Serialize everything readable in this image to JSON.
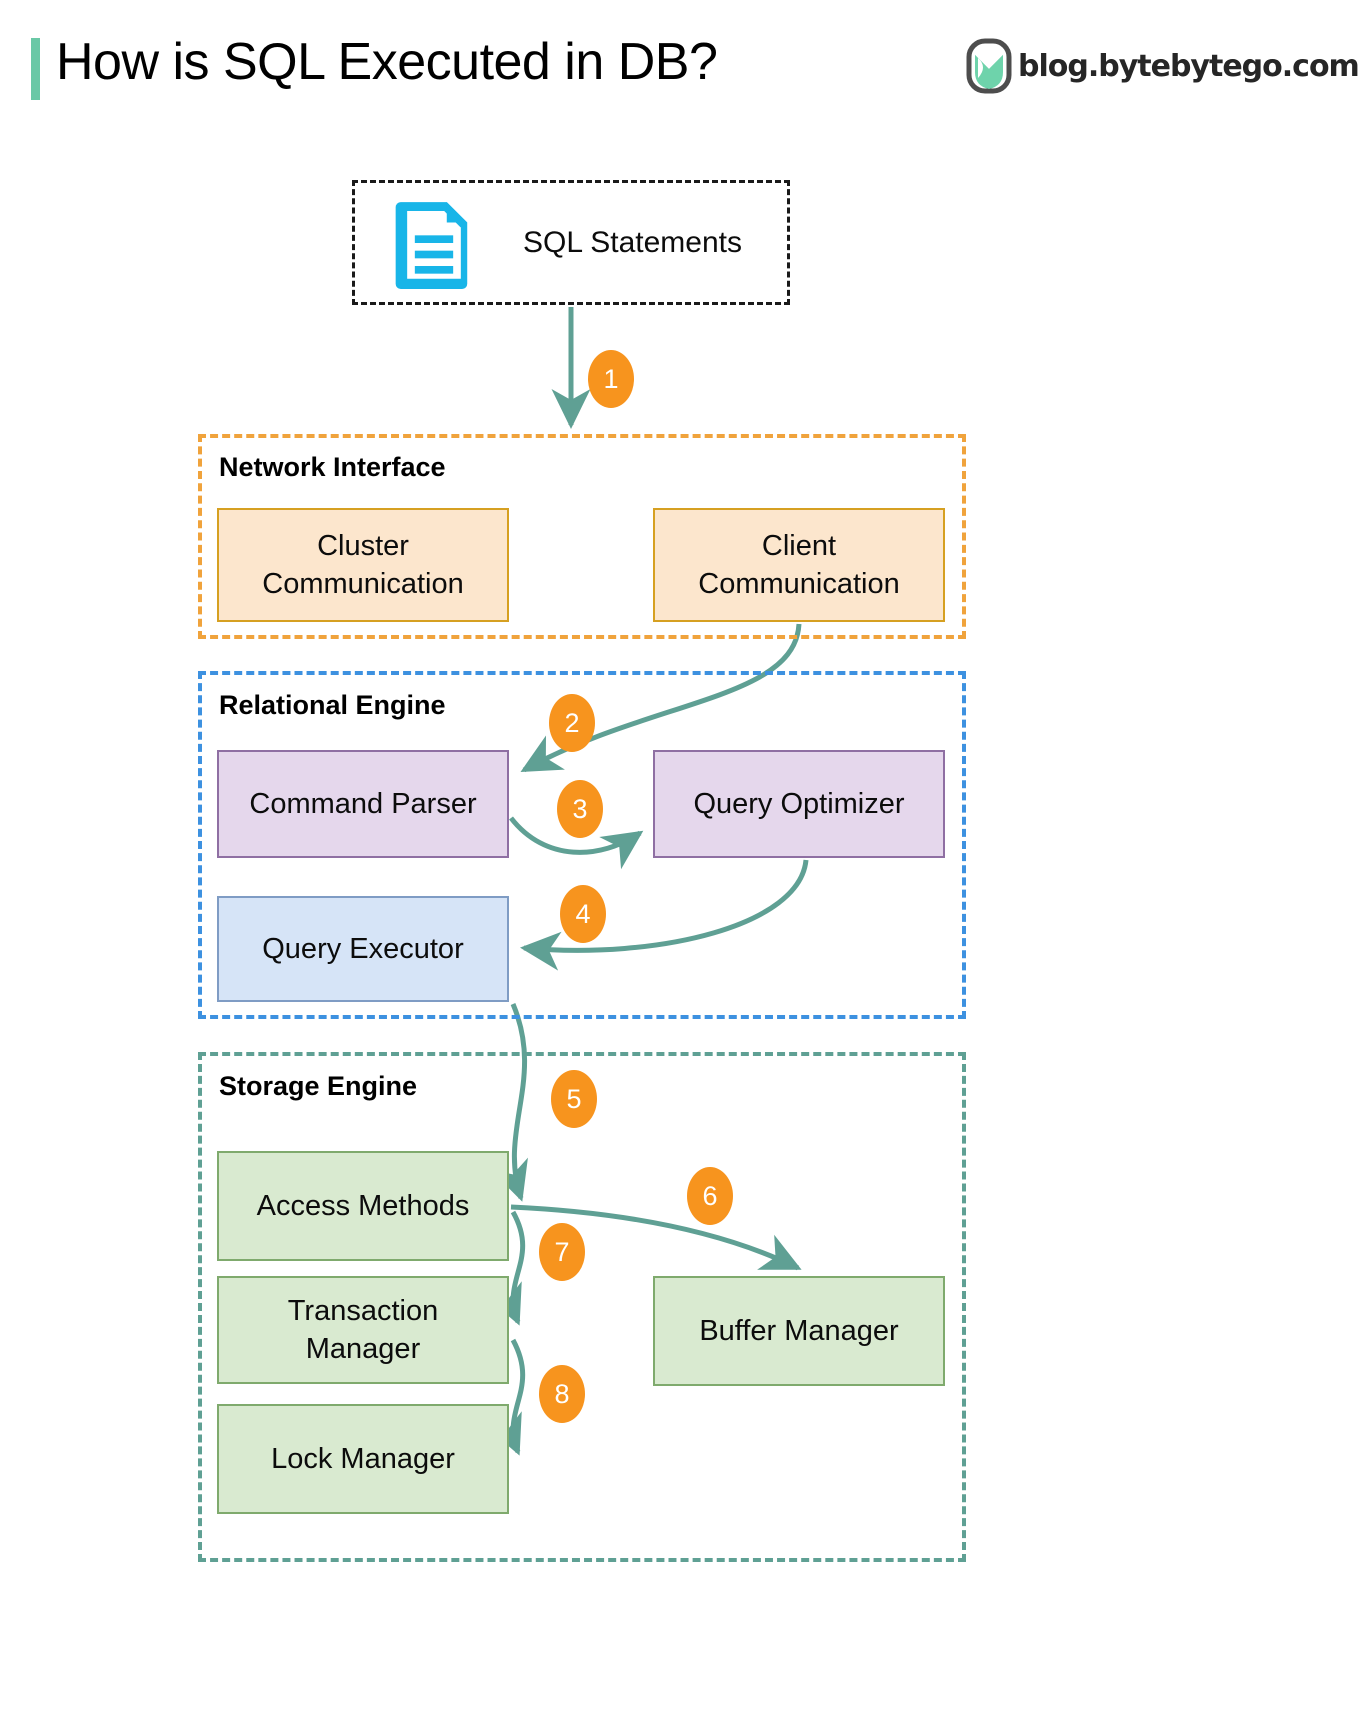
{
  "header": {
    "title": "How is SQL Executed in DB?",
    "brand_text": "blog.bytebytego.com",
    "brand_logo_icon": "bytebytego-logo-icon",
    "accent_color": "#6ac8a6"
  },
  "source": {
    "label": "SQL Statements",
    "icon": "document-icon",
    "icon_color": "#18b5e8",
    "border_style": "dashed-black"
  },
  "groups": [
    {
      "id": "network-interface",
      "title": "Network Interface",
      "border_color": "#f0a33c",
      "nodes": [
        {
          "id": "cluster-communication",
          "label": "Cluster\nCommunication",
          "line1": "Cluster",
          "line2": "Communication",
          "fill": "#fce6cd",
          "stroke": "#d6a021"
        },
        {
          "id": "client-communication",
          "label": "Client\nCommunication",
          "line1": "Client",
          "line2": "Communication",
          "fill": "#fce6cd",
          "stroke": "#d6a021"
        }
      ]
    },
    {
      "id": "relational-engine",
      "title": "Relational Engine",
      "border_color": "#3d91e0",
      "nodes": [
        {
          "id": "command-parser",
          "label": "Command Parser",
          "fill": "#e5d7ec",
          "stroke": "#8f6fa3"
        },
        {
          "id": "query-optimizer",
          "label": "Query Optimizer",
          "fill": "#e5d7ec",
          "stroke": "#8f6fa3"
        },
        {
          "id": "query-executor",
          "label": "Query Executor",
          "fill": "#d6e4f7",
          "stroke": "#7f9cc4"
        }
      ]
    },
    {
      "id": "storage-engine",
      "title": "Storage Engine",
      "border_color": "#5fa094",
      "nodes": [
        {
          "id": "access-methods",
          "label": "Access Methods",
          "fill": "#d9ead0",
          "stroke": "#7faa6d"
        },
        {
          "id": "transaction-manager",
          "label": "Transaction\nManager",
          "line1": "Transaction",
          "line2": "Manager",
          "fill": "#d9ead0",
          "stroke": "#7faa6d"
        },
        {
          "id": "buffer-manager",
          "label": "Buffer Manager",
          "fill": "#d9ead0",
          "stroke": "#7faa6d"
        },
        {
          "id": "lock-manager",
          "label": "Lock Manager",
          "fill": "#d9ead0",
          "stroke": "#7faa6d"
        }
      ]
    }
  ],
  "steps": [
    {
      "number": "1",
      "from": "SQL Statements",
      "to": "Network Interface"
    },
    {
      "number": "2",
      "from": "Client Communication",
      "to": "Command Parser"
    },
    {
      "number": "3",
      "from": "Command Parser",
      "to": "Query Optimizer"
    },
    {
      "number": "4",
      "from": "Query Optimizer",
      "to": "Query Executor"
    },
    {
      "number": "5",
      "from": "Query Executor",
      "to": "Access Methods"
    },
    {
      "number": "6",
      "from": "Access Methods",
      "to": "Buffer Manager"
    },
    {
      "number": "7",
      "from": "Access Methods",
      "to": "Transaction Manager"
    },
    {
      "number": "8",
      "from": "Transaction Manager",
      "to": "Lock Manager"
    }
  ],
  "colors": {
    "arrow": "#5fa094",
    "badge": "#f7941e",
    "badge_text": "#ffffff",
    "background": "#ffffff"
  }
}
